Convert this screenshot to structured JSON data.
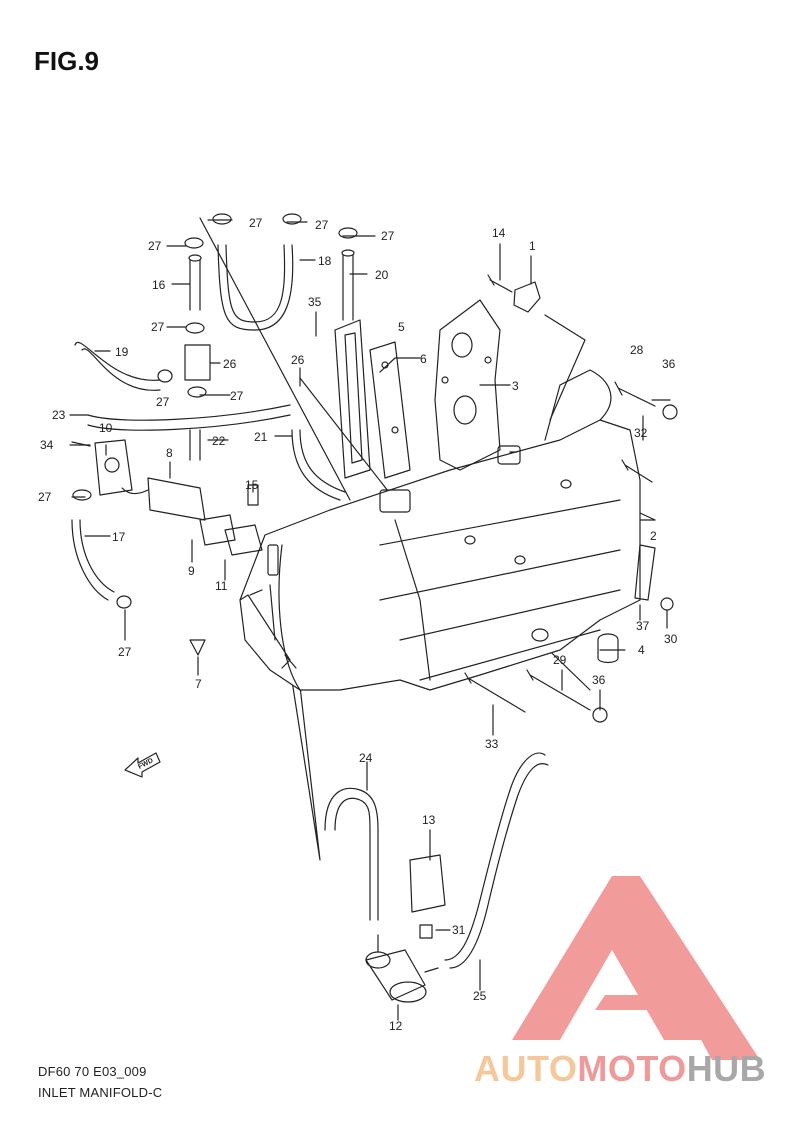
{
  "figure": {
    "title": "FIG.9",
    "caption_code": "DF60 70 E03_009",
    "caption_name": "INLET MANIFOLD-C"
  },
  "watermark": {
    "part1": "AUTO",
    "part2": "MOTO",
    "part3": "HUB",
    "colors": {
      "auto": "#f4c89a",
      "moto": "#ef9a9a",
      "hub": "#a8a8a8",
      "triangle": "#f08a8a"
    }
  },
  "fwd_badge": "FWD",
  "callouts": [
    {
      "id": "c1",
      "text": "1"
    },
    {
      "id": "c2",
      "text": "2"
    },
    {
      "id": "c3",
      "text": "3"
    },
    {
      "id": "c4",
      "text": "4"
    },
    {
      "id": "c5",
      "text": "5"
    },
    {
      "id": "c6",
      "text": "6"
    },
    {
      "id": "c7",
      "text": "7"
    },
    {
      "id": "c8",
      "text": "8"
    },
    {
      "id": "c9",
      "text": "9"
    },
    {
      "id": "c10",
      "text": "10"
    },
    {
      "id": "c11",
      "text": "11"
    },
    {
      "id": "c12",
      "text": "12"
    },
    {
      "id": "c13",
      "text": "13"
    },
    {
      "id": "c14",
      "text": "14"
    },
    {
      "id": "c15",
      "text": "15"
    },
    {
      "id": "c16",
      "text": "16"
    },
    {
      "id": "c17",
      "text": "17"
    },
    {
      "id": "c18",
      "text": "18"
    },
    {
      "id": "c19",
      "text": "19"
    },
    {
      "id": "c20",
      "text": "20"
    },
    {
      "id": "c21",
      "text": "21"
    },
    {
      "id": "c22",
      "text": "22"
    },
    {
      "id": "c23",
      "text": "23"
    },
    {
      "id": "c24",
      "text": "24"
    },
    {
      "id": "c25",
      "text": "25"
    },
    {
      "id": "c26a",
      "text": "26"
    },
    {
      "id": "c26b",
      "text": "26"
    },
    {
      "id": "c27a",
      "text": "27"
    },
    {
      "id": "c27b",
      "text": "27"
    },
    {
      "id": "c27c",
      "text": "27"
    },
    {
      "id": "c27d",
      "text": "27"
    },
    {
      "id": "c27e",
      "text": "27"
    },
    {
      "id": "c27f",
      "text": "27"
    },
    {
      "id": "c27g",
      "text": "27"
    },
    {
      "id": "c27h",
      "text": "27"
    },
    {
      "id": "c27i",
      "text": "27"
    },
    {
      "id": "c28",
      "text": "28"
    },
    {
      "id": "c29",
      "text": "29"
    },
    {
      "id": "c30",
      "text": "30"
    },
    {
      "id": "c31",
      "text": "31"
    },
    {
      "id": "c32",
      "text": "32"
    },
    {
      "id": "c33",
      "text": "33"
    },
    {
      "id": "c34",
      "text": "34"
    },
    {
      "id": "c35",
      "text": "35"
    },
    {
      "id": "c36a",
      "text": "36"
    },
    {
      "id": "c36b",
      "text": "36"
    },
    {
      "id": "c37",
      "text": "37"
    }
  ]
}
